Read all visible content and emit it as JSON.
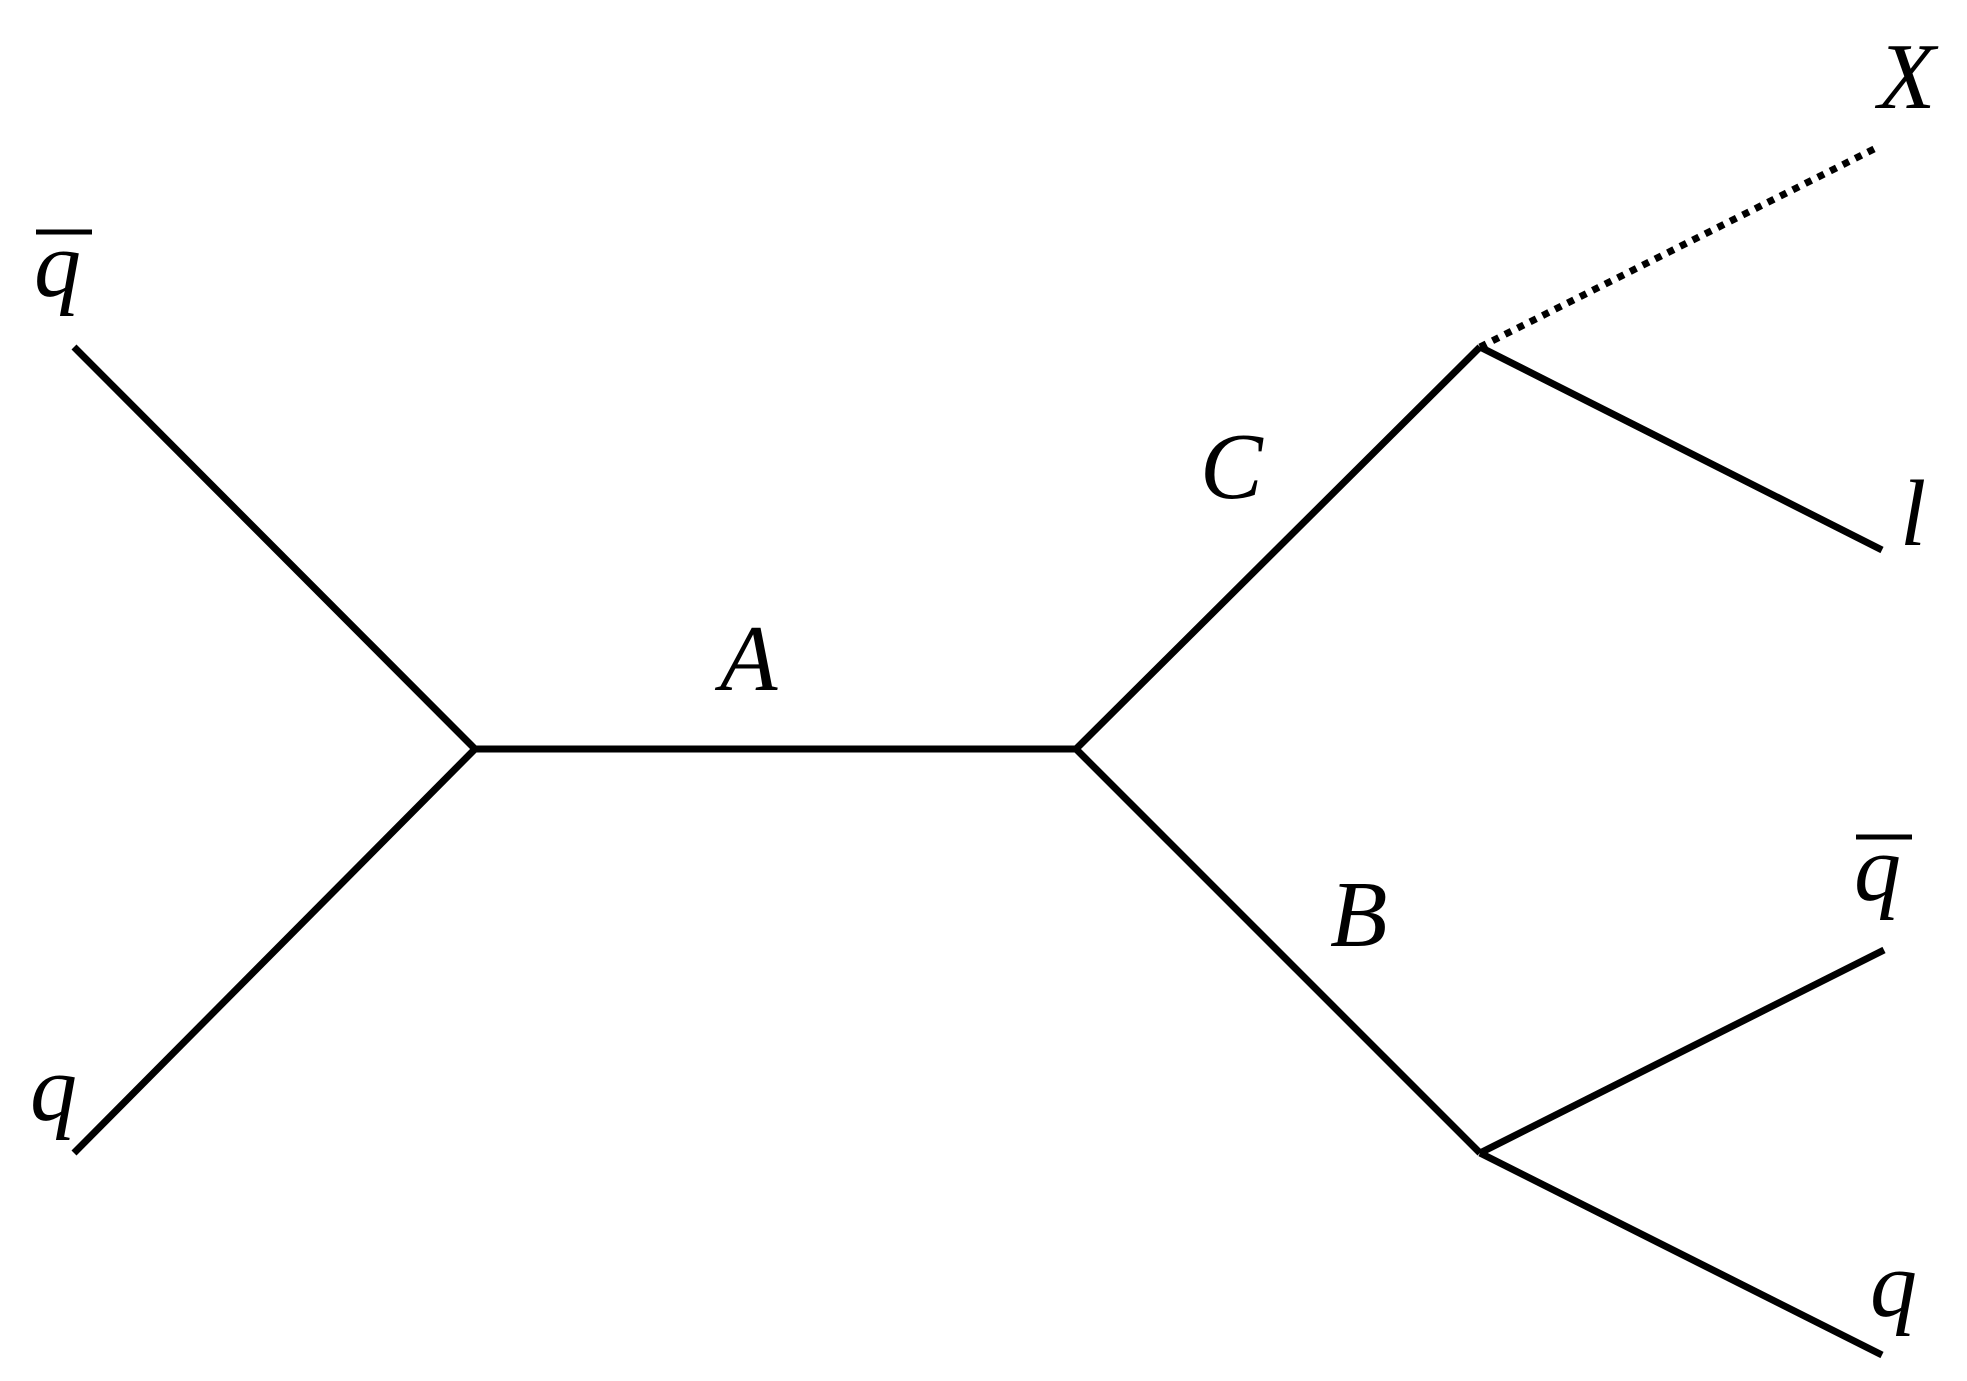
{
  "labels": {
    "incoming_antiquark": "q",
    "incoming_quark": "q",
    "propagator_a": "A",
    "propagator_b": "B",
    "propagator_c": "C",
    "final_x": "X",
    "final_lepton": "l",
    "final_antiquark": "q",
    "final_quark": "q"
  },
  "colors": {
    "line": "#000000",
    "background": "#ffffff"
  }
}
